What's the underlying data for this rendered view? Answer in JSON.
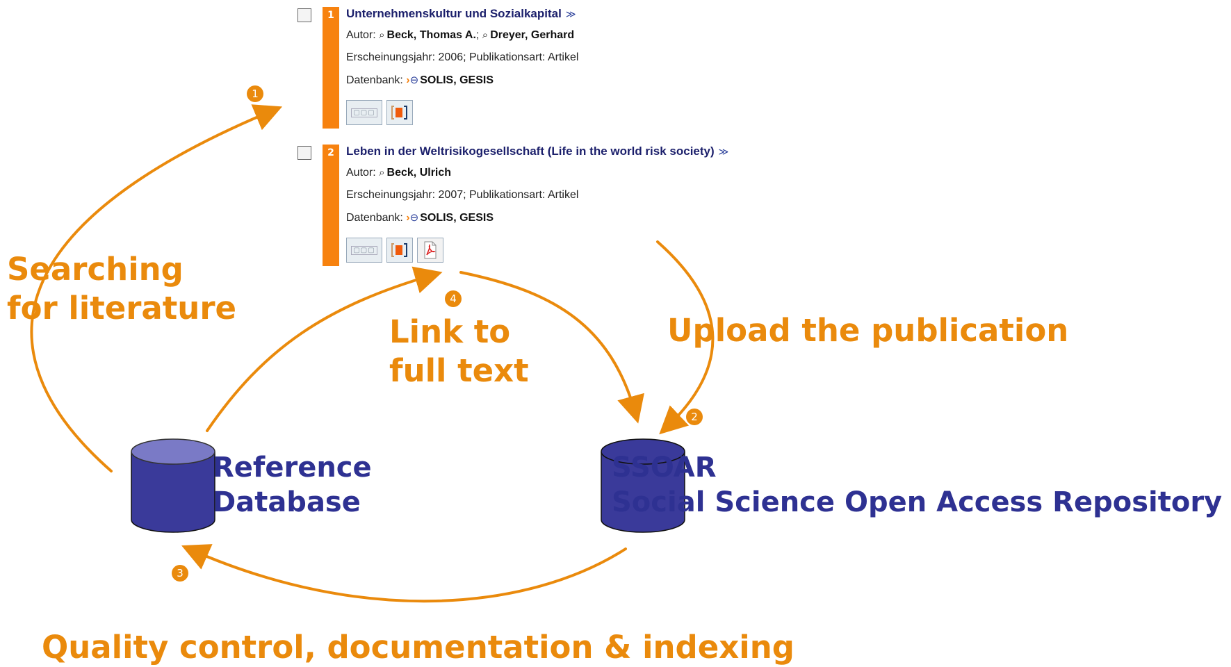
{
  "results": [
    {
      "number": "1",
      "title": "Unternehmenskultur und Sozialkapital",
      "author_prefix": "Autor:",
      "authors": [
        "Beck, Thomas A.",
        "Dreyer, Gerhard"
      ],
      "year_line": "Erscheinungsjahr: 2006; Publikationsart: Artikel",
      "db_prefix": "Datenbank:",
      "db_name": "SOLIS, GESIS"
    },
    {
      "number": "2",
      "title": "Leben in der Weltrisikogesellschaft (Life in the world risk society)",
      "author_prefix": "Autor:",
      "authors": [
        "Beck, Ulrich"
      ],
      "year_line": "Erscheinungsjahr: 2007; Publikationsart: Artikel",
      "db_prefix": "Datenbank:",
      "db_name": "SOLIS, GESIS"
    }
  ],
  "labels": {
    "searching": "Searching\nfor literature",
    "link": "Link to\nfull text",
    "upload": "Upload the publication",
    "quality": "Quality control, documentation & indexing",
    "reference_db": "Reference\nDatabase",
    "ssoar": "SSOAR\nSocial Science Open Access Repository"
  },
  "badges": {
    "b1": "1",
    "b2": "2",
    "b3": "3",
    "b4": "4"
  },
  "colors": {
    "orange": "#ea8a0c",
    "navy": "#2e3192",
    "db_fill": "#3a3a9a"
  }
}
